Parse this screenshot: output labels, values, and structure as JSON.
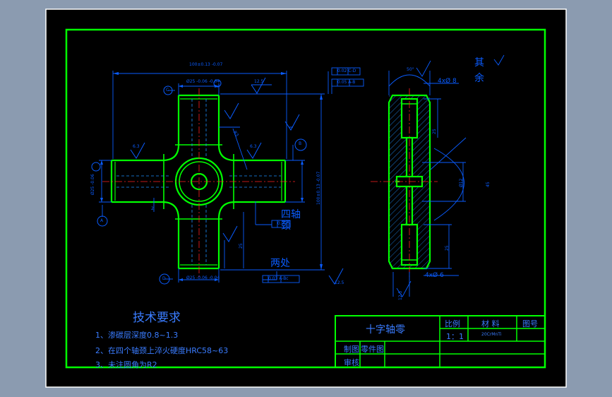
{
  "colors": {
    "background": "#8b9bb0",
    "sheet": "#000000",
    "frame": "#00ff00",
    "dimension": "#0a5cff",
    "centerline": "#ff2020",
    "hatch": "#1e90ff"
  },
  "dimensions": {
    "overall_top": "100±0.13 -0.07",
    "overall_right": "100±0.13 -0.07",
    "datum_c": "C",
    "datum_b": "B",
    "datum_d": "D",
    "datum_a": "A",
    "roughness_top": "12.5",
    "roughness_left": "6.3",
    "roughness_mid": "6.3",
    "roughness_right": "6.3",
    "fillet_note": "R3",
    "arm_dia_top": "Ø25 -0.06 -0.04",
    "arm_dia_bottom": "Ø25 -0.06 -0.04",
    "arm_dia_left": "Ø25 -0.06",
    "tol_box_1": "0.02 C-D",
    "tol_box_2": "0.05 A-B",
    "tol_box_bottom": "0.03 A-Bc",
    "tol_box_mid": "0.02",
    "side_top": "50°",
    "side_holes_top": "4xØ 8",
    "side_holes_bottom": "4xØ 6",
    "side_right_1": "Ø12",
    "side_right_2": "45",
    "side_right_3": "25",
    "side_bottom_rough": "12.5",
    "main_bottom_rough": "12.5",
    "side_width": "25",
    "main_vertical": "25",
    "main_small": "2",
    "four_journals": "四轴\n颈",
    "two_places": "两处",
    "rest": "其\n余"
  },
  "tech_requirements": {
    "title": "技术要求",
    "items": [
      "1、渗碳层深度0.8~1.3",
      "2、在四个轴颈上淬火硬度HRC58~63",
      "3、未注圆角为R2"
    ]
  },
  "title_block": {
    "part_name": "十字轴零",
    "scale_label": "比例",
    "scale_value": "1：1",
    "material_label": "材  料",
    "material_value": "20CrMnTi",
    "drawing_no_label": "图号",
    "drawing_label": "制图",
    "review_label": "审核",
    "part_drawing": "零件图"
  }
}
